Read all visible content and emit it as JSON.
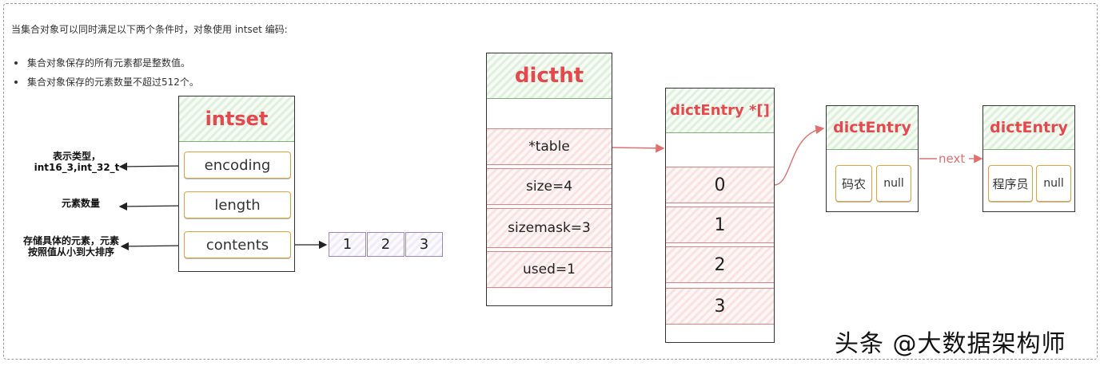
{
  "intro": "当集合对象可以同时满足以下两个条件时，对象使用 intset 编码:",
  "bullets": [
    "集合对象保存的所有元素都是整数值。",
    "集合对象保存的元素数量不超过512个。"
  ],
  "intset": {
    "title": "intset",
    "fields": [
      "encoding",
      "length",
      "contents"
    ],
    "annotations": {
      "encoding_line1": "表示类型，",
      "encoding_line2": "int16_3,int_32_t",
      "length": "元素数量",
      "contents_line1": "存储具体的元素，元素",
      "contents_line2": "按照值从小到大排序"
    },
    "contents_values": [
      "1",
      "2",
      "3"
    ]
  },
  "dictht": {
    "title": "dictht",
    "fields": [
      "*table",
      "size=4",
      "sizemask=3",
      "used=1"
    ]
  },
  "dictentry_array": {
    "title": "dictEntry *[]",
    "slots": [
      "0",
      "1",
      "2",
      "3"
    ]
  },
  "entry1": {
    "title": "dictEntry",
    "key": "码农",
    "value": "null"
  },
  "entry2": {
    "title": "dictEntry",
    "key": "程序员",
    "value": "null"
  },
  "next_label": "next",
  "watermark": "头条 @大数据架构师",
  "colors": {
    "header_text": "#e5484d",
    "header_fill": "#dff0dd",
    "field_border": "#e3a33a",
    "red_fill": "#fbe2e2",
    "purple_border": "#9b87c8"
  }
}
